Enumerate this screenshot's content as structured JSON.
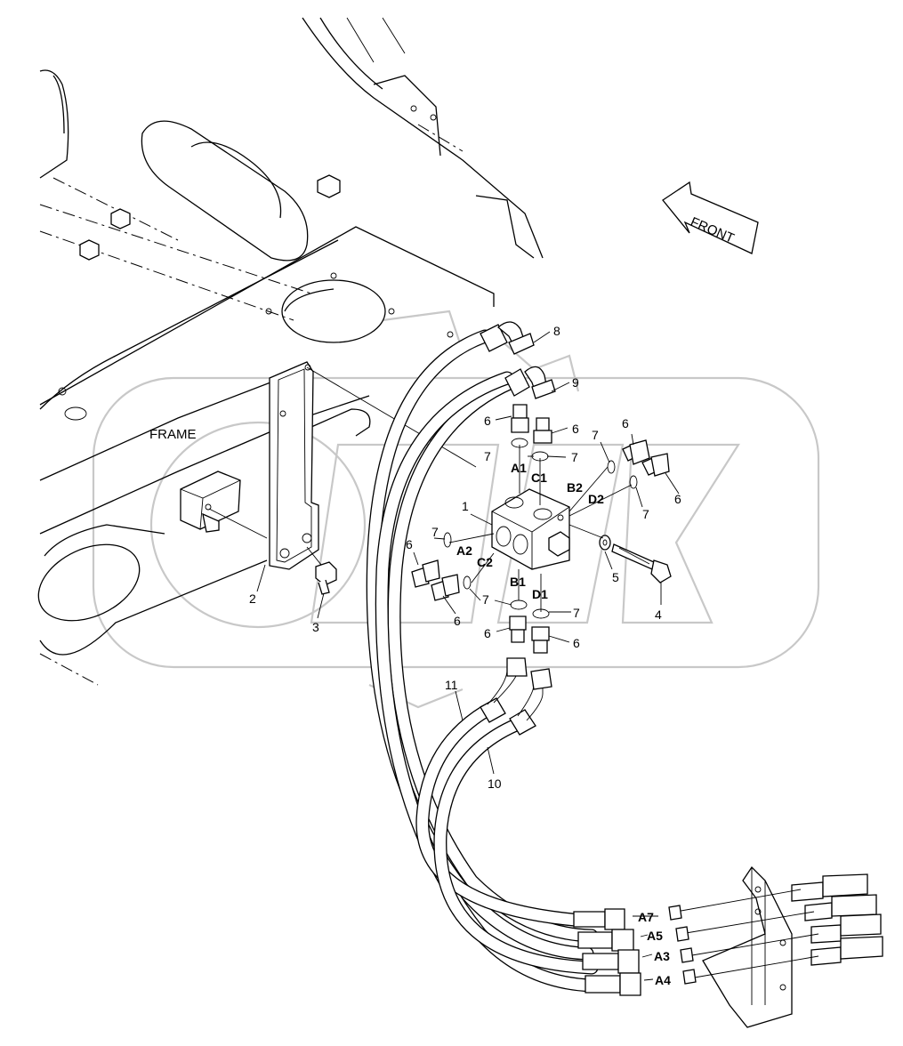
{
  "frame_label": "FRAME",
  "front_label": "FRONT",
  "part_numbers": {
    "p1": "1",
    "p2": "2",
    "p3": "3",
    "p4": "4",
    "p5": "5",
    "p6": "6",
    "p7": "7",
    "p8": "8",
    "p9": "9",
    "p10": "10",
    "p11": "11"
  },
  "ports": {
    "A1": "A1",
    "A2": "A2",
    "B1": "B1",
    "B2": "B2",
    "C1": "C1",
    "C2": "C2",
    "D1": "D1",
    "D2": "D2",
    "A3": "A3",
    "A4": "A4",
    "A5": "A5",
    "A7": "A7"
  }
}
